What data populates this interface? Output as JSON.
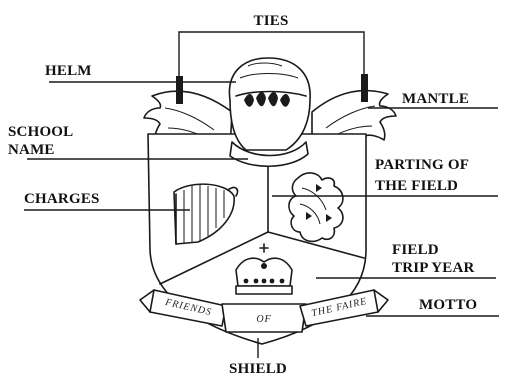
{
  "labels": {
    "ties": "TIES",
    "helm": "HELM",
    "mantle": "MANTLE",
    "school_name_line1": "SCHOOL",
    "school_name_line2": "NAME",
    "parting_line1": "PARTING OF",
    "parting_line2": "THE FIELD",
    "charges": "CHARGES",
    "field_trip_line1": "FIELD",
    "field_trip_line2": "TRIP YEAR",
    "motto": "MOTTO",
    "shield": "SHIELD"
  },
  "motto_scroll": {
    "left": "FRIENDS",
    "center": "OF",
    "right": "THE FAIRE"
  },
  "colors": {
    "ink": "#1a1a1a",
    "background": "#ffffff"
  }
}
